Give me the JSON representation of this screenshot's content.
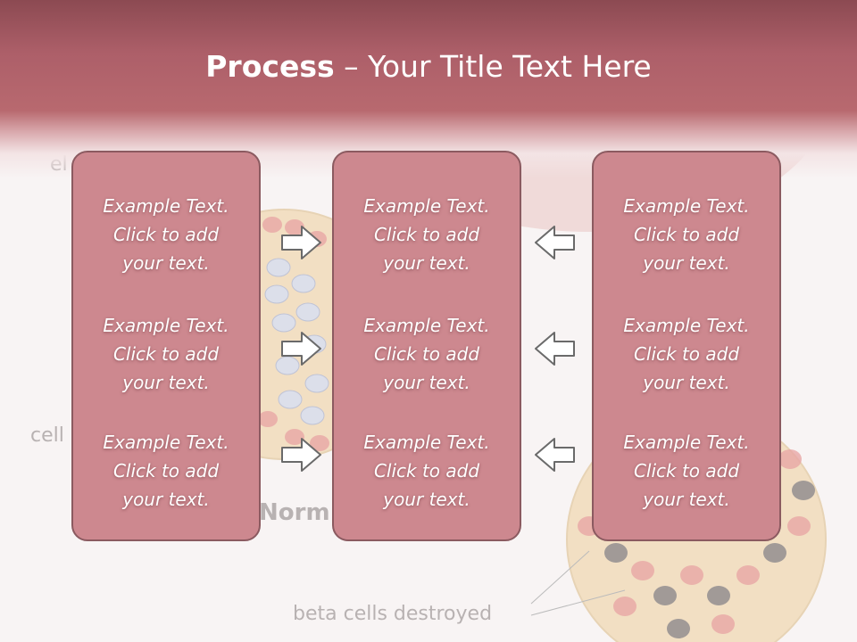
{
  "title": {
    "bold": "Process",
    "separator": " – ",
    "rest": "Your Title Text Here"
  },
  "columns": [
    {
      "items": [
        {
          "lines": [
            "Example Text.",
            "Click  to add",
            "your text."
          ]
        },
        {
          "lines": [
            "Example Text.",
            "Click  to add",
            "your text."
          ]
        },
        {
          "lines": [
            "Example Text.",
            "Click  to add",
            "your text."
          ]
        }
      ]
    },
    {
      "items": [
        {
          "lines": [
            "Example Text.",
            "Click  to add",
            "your text."
          ]
        },
        {
          "lines": [
            "Example Text.",
            "Click  to add",
            "your text."
          ]
        },
        {
          "lines": [
            "Example Text.",
            "Click  to add",
            "your text."
          ]
        }
      ]
    },
    {
      "items": [
        {
          "lines": [
            "Example Text.",
            "Click  to add",
            "your text."
          ]
        },
        {
          "lines": [
            "Example Text.",
            "Click  to add",
            "your text."
          ]
        },
        {
          "lines": [
            "Example Text.",
            "Click  to add",
            "your text."
          ]
        }
      ]
    }
  ],
  "arrows": {
    "left_group": "right",
    "right_group": "left"
  },
  "background_labels": {
    "top_left": "el",
    "mid_left": "cell",
    "center": "Norm",
    "bottom": "beta cells destroyed"
  },
  "colors": {
    "header": "#b8696f",
    "panel": "#cd888f",
    "panel_border": "#8b5a60",
    "arrow_stroke": "#6a6a6a"
  }
}
